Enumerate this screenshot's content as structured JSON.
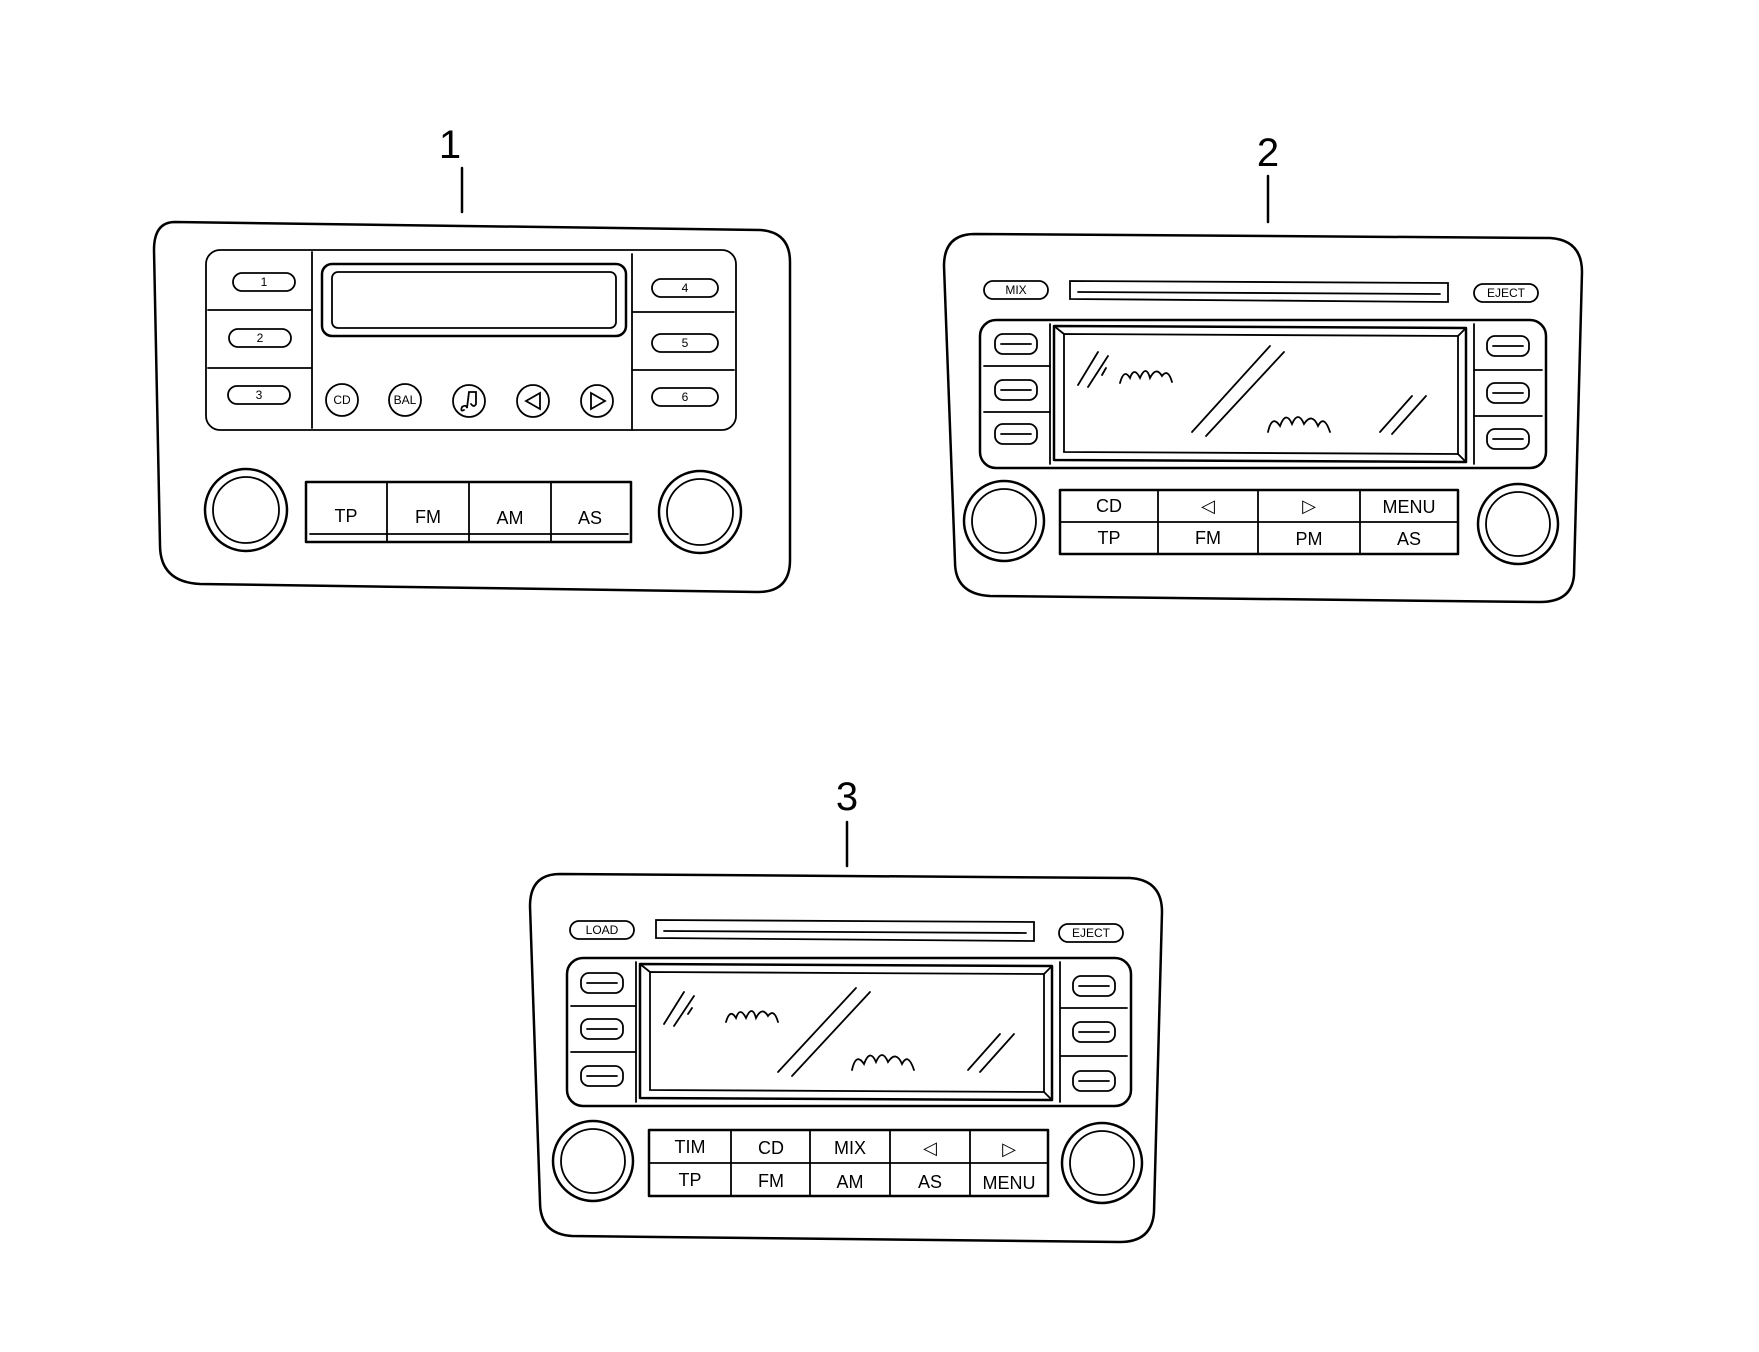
{
  "diagram": {
    "colors": {
      "line": "#000000",
      "background": "#ffffff"
    },
    "units": [
      {
        "callout": "1",
        "preset_buttons_left": [
          "1",
          "2",
          "3"
        ],
        "preset_buttons_right": [
          "4",
          "5",
          "6"
        ],
        "round_buttons": [
          {
            "label": "CD"
          },
          {
            "label": "BAL"
          },
          {
            "icon": "music-note-icon"
          },
          {
            "icon": "triangle-left-icon"
          },
          {
            "icon": "triangle-right-icon"
          }
        ],
        "bottom_buttons": [
          "TP",
          "FM",
          "AM",
          "AS"
        ]
      },
      {
        "callout": "2",
        "top_left_button": "MIX",
        "top_right_button": "EJECT",
        "button_grid_top": [
          "CD",
          "◁",
          "▷",
          "MENU"
        ],
        "button_grid_bottom": [
          "TP",
          "FM",
          "PM",
          "AS"
        ]
      },
      {
        "callout": "3",
        "top_left_button": "LOAD",
        "top_right_button": "EJECT",
        "button_grid_top": [
          "TIM",
          "CD",
          "MIX",
          "◁",
          "▷"
        ],
        "button_grid_bottom": [
          "TP",
          "FM",
          "AM",
          "AS",
          "MENU"
        ]
      }
    ]
  }
}
